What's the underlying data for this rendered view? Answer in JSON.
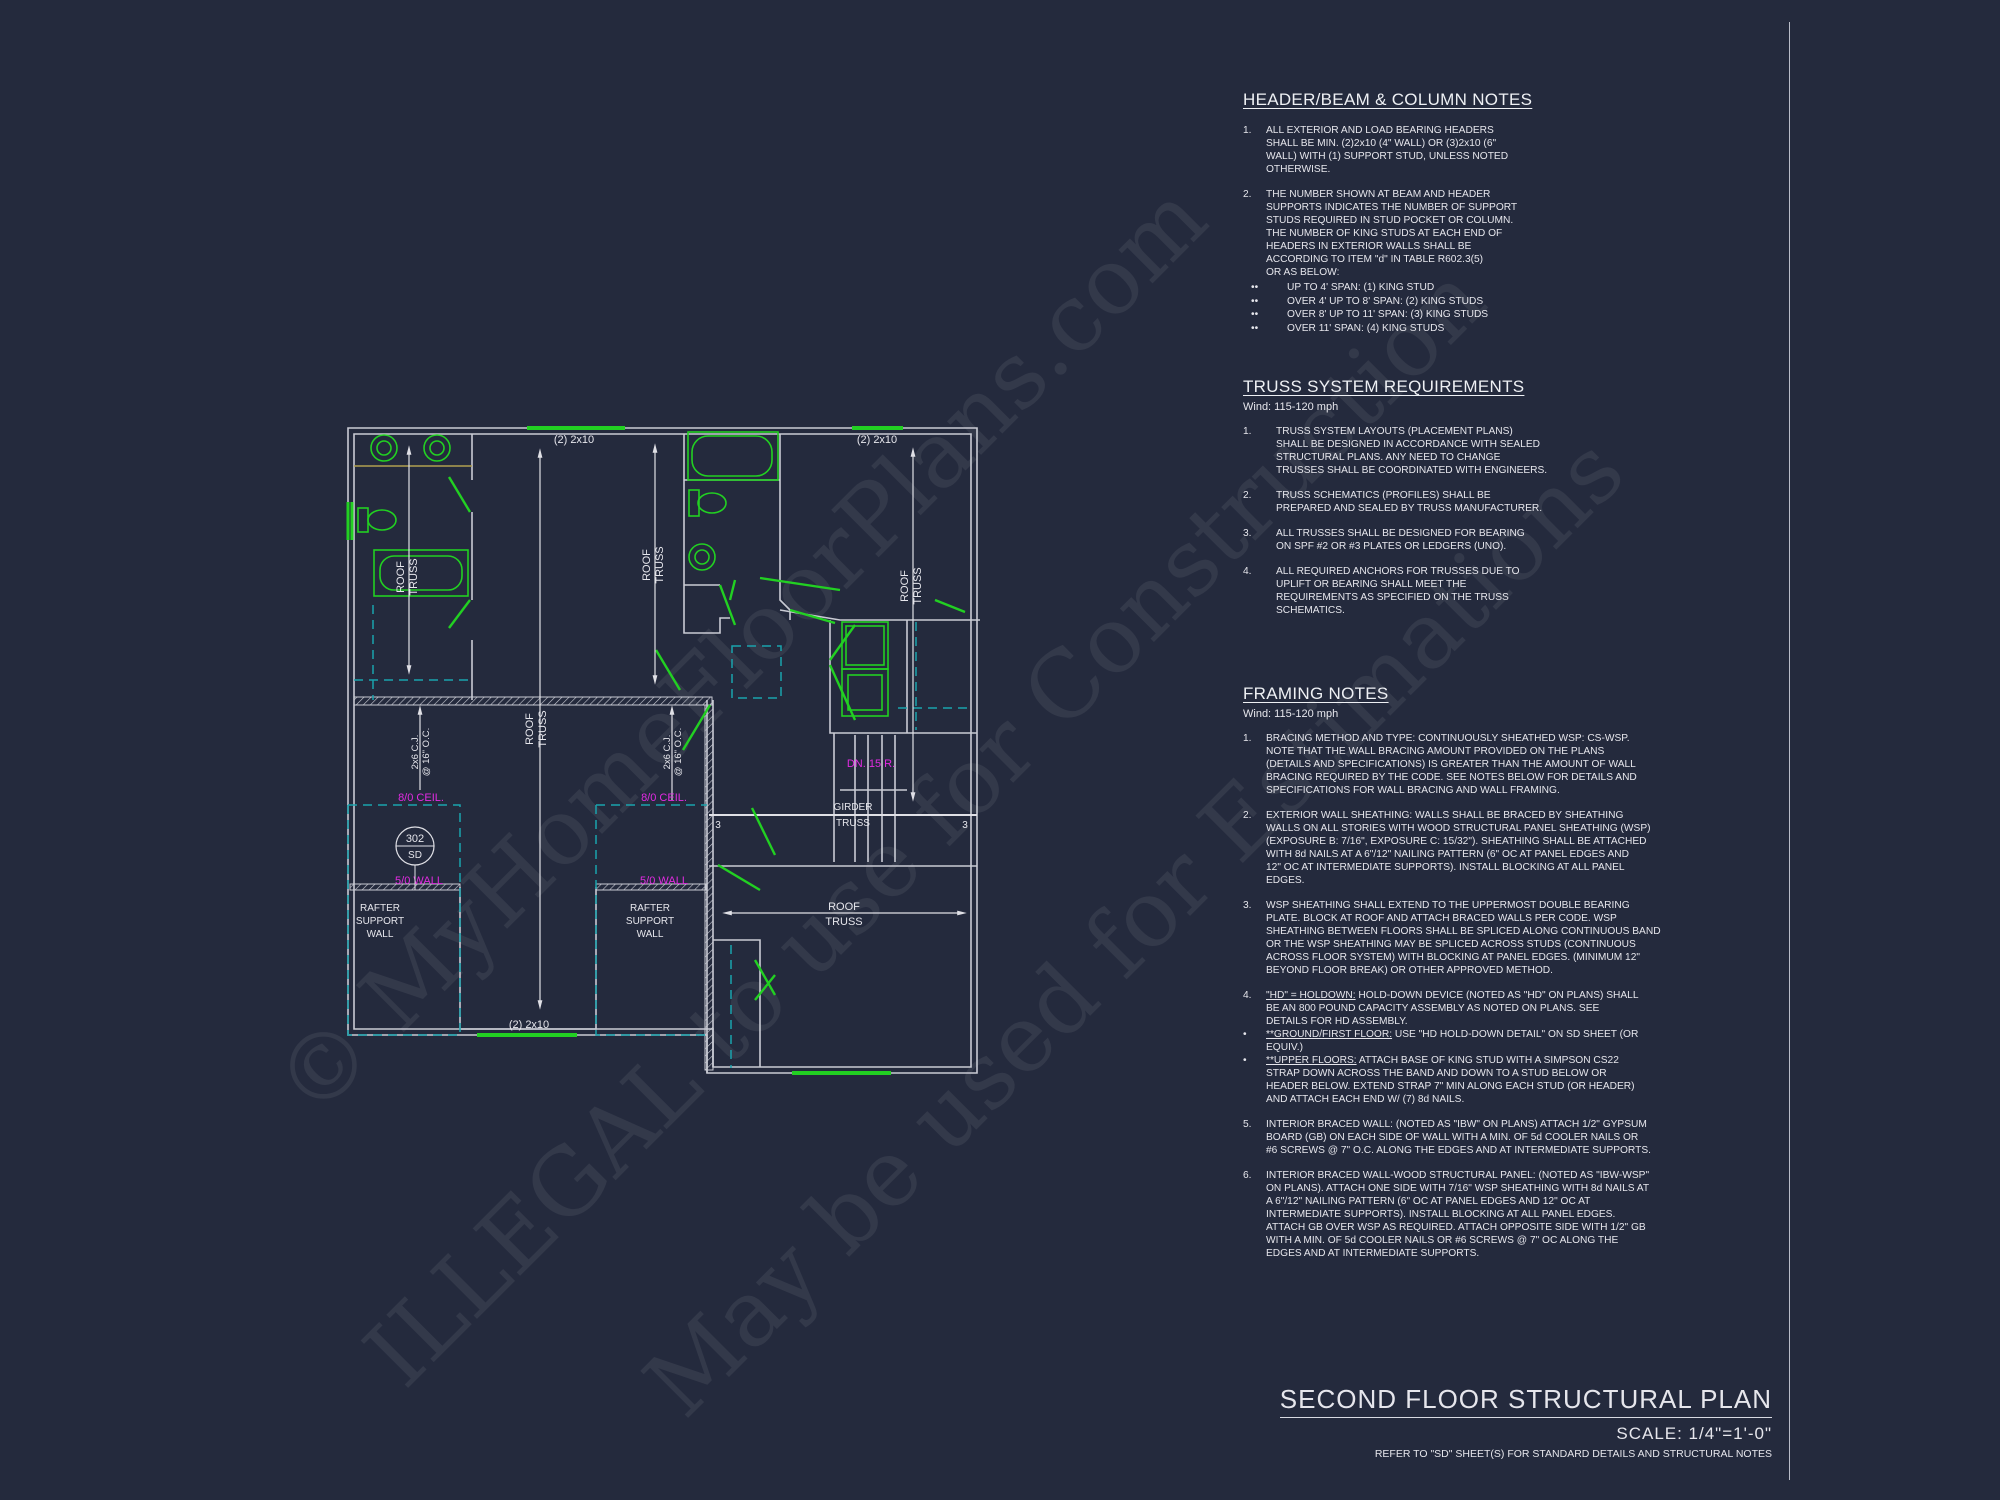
{
  "colors": {
    "background": "#242a3d",
    "walls": "#c9cbd4",
    "fixtures": "#22d022",
    "dashed": "#1aa3ad",
    "magenta": "#e22ae2",
    "text": "#e6e6ec"
  },
  "watermark": [
    "© MyHomeFloorPlans.com",
    "ILLEGAL to use for Construction",
    "May be used for Estimations"
  ],
  "header_notes": {
    "title": "HEADER/BEAM & COLUMN NOTES",
    "items": [
      {
        "num": "1.",
        "lines": [
          "ALL EXTERIOR AND LOAD BEARING HEADERS",
          "SHALL BE MIN. (2)2x10 (4\" WALL) OR (3)2x10 (6\"",
          "WALL) WITH (1) SUPPORT STUD, UNLESS NOTED",
          "OTHERWISE."
        ]
      },
      {
        "num": "2.",
        "lines": [
          "THE NUMBER SHOWN AT BEAM AND HEADER",
          "SUPPORTS INDICATES THE NUMBER OF SUPPORT",
          "STUDS REQUIRED IN STUD POCKET OR COLUMN.",
          "THE NUMBER OF KING STUDS AT EACH END OF",
          "HEADERS IN EXTERIOR WALLS SHALL BE",
          "ACCORDING TO ITEM \"d\" IN TABLE R602.3(5)",
          "OR AS BELOW:"
        ]
      }
    ],
    "bullets": [
      "UP TO 4' SPAN: (1) KING STUD",
      "OVER 4' UP TO 8' SPAN: (2) KING STUDS",
      "OVER 8' UP TO 11' SPAN: (3) KING STUDS",
      "OVER 11' SPAN: (4) KING STUDS"
    ]
  },
  "truss_notes": {
    "title": "TRUSS SYSTEM REQUIREMENTS",
    "wind": "Wind: 115-120 mph",
    "items": [
      {
        "num": "1.",
        "lines": [
          "TRUSS SYSTEM LAYOUTS (PLACEMENT PLANS)",
          "SHALL BE DESIGNED IN ACCORDANCE WITH SEALED",
          "STRUCTURAL PLANS. ANY NEED TO  CHANGE",
          "TRUSSES SHALL BE COORDINATED  WITH  ENGINEERS."
        ]
      },
      {
        "num": "2.",
        "lines": [
          "TRUSS SCHEMATICS (PROFILES) SHALL BE",
          "PREPARED AND SEALED BY TRUSS  MANUFACTURER."
        ]
      },
      {
        "num": "3.",
        "lines": [
          "ALL TRUSSES SHALL BE DESIGNED FOR  BEARING",
          "ON SPF #2 OR #3 PLATES OR LEDGERS  (UNO)."
        ]
      },
      {
        "num": "4.",
        "lines": [
          "ALL REQUIRED ANCHORS FOR TRUSSES DUE  TO",
          "UPLIFT OR BEARING SHALL MEET THE",
          "REQUIREMENTS AS SPECIFIED ON THE TRUSS",
          "SCHEMATICS."
        ]
      }
    ]
  },
  "framing_notes": {
    "title": "FRAMING NOTES",
    "wind": "Wind: 115-120 mph",
    "items": [
      {
        "num": "1.",
        "lines": [
          "BRACING METHOD AND TYPE: CONTINUOUSLY SHEATHED WSP: CS-WSP.",
          "NOTE THAT THE WALL BRACING AMOUNT PROVIDED ON THE PLANS",
          "(DETAILS AND SPECIFICATIONS) IS GREATER THAN THE AMOUNT OF WALL",
          "BRACING REQUIRED BY THE CODE. SEE NOTES BELOW FOR DETAILS AND",
          "SPECIFICATIONS FOR WALL BRACING AND WALL FRAMING."
        ]
      },
      {
        "num": "2.",
        "lines": [
          "EXTERIOR WALL SHEATHING: WALLS SHALL BE BRACED BY SHEATHING",
          "WALLS ON ALL STORIES WITH WOOD STRUCTURAL PANEL SHEATHING (WSP)",
          "(EXPOSURE B: 7/16\", EXPOSURE C: 15/32\"). SHEATHING SHALL BE ATTACHED",
          "WITH 8d NAILS AT A 6\"/12\" NAILING PATTERN (6\" OC AT PANEL EDGES AND",
          "12\" OC AT INTERMEDIATE SUPPORTS). INSTALL BLOCKING AT ALL PANEL",
          "EDGES."
        ]
      },
      {
        "num": "3.",
        "lines": [
          "WSP SHEATHING SHALL EXTEND TO THE UPPERMOST DOUBLE BEARING",
          "PLATE. BLOCK AT ROOF AND ATTACH BRACED WALLS PER CODE. WSP",
          "SHEATHING BETWEEN FLOORS SHALL BE SPLICED ALONG CONTINUOUS BAND",
          "OR THE WSP SHEATHING MAY BE SPLICED ACROSS STUDS (CONTINUOUS",
          "ACROSS FLOOR SYSTEM) WITH BLOCKING AT PANEL EDGES. (MINIMUM 12\"",
          "BEYOND FLOOR BREAK) OR OTHER APPROVED METHOD."
        ]
      }
    ],
    "item4": {
      "num": "4.",
      "lead": "\"HD\" = HOLDOWN:",
      "lines": [
        " HOLD-DOWN DEVICE (NOTED AS \"HD\" ON PLANS) SHALL",
        "BE AN 800 POUND CAPACITY ASSEMBLY AS NOTED ON PLANS. SEE",
        "DETAILS FOR HD ASSEMBLY."
      ]
    },
    "bullets": [
      {
        "lead": "**GROUND/FIRST FLOOR:",
        "lines": [
          "  USE \"HD HOLD-DOWN DETAIL\" ON SD SHEET (OR",
          "EQUIV.)"
        ]
      },
      {
        "lead": "**UPPER FLOORS:",
        "lines": [
          " ATTACH BASE OF KING STUD WITH A SIMPSON CS22",
          "STRAP DOWN ACROSS THE BAND AND DOWN TO A STUD BELOW OR",
          "HEADER BELOW.  EXTEND STRAP 7\" MIN ALONG EACH STUD (OR HEADER)",
          "AND ATTACH EACH END W/ (7) 8d NAILS."
        ]
      }
    ],
    "items_after": [
      {
        "num": "5.",
        "lines": [
          "INTERIOR BRACED WALL: (NOTED AS \"IBW\" ON PLANS) ATTACH 1/2\" GYPSUM",
          "BOARD (GB) ON EACH SIDE OF WALL WITH A MIN. OF 5d COOLER NAILS OR",
          "#6 SCREWS @ 7\" O.C. ALONG THE EDGES AND AT INTERMEDIATE SUPPORTS."
        ]
      },
      {
        "num": "6.",
        "lines": [
          "INTERIOR BRACED WALL-WOOD STRUCTURAL PANEL: (NOTED AS \"IBW-WSP\"",
          "ON PLANS). ATTACH ONE SIDE WITH 7/16\" WSP SHEATHING WITH 8d NAILS AT",
          "A 6\"/12\" NAILING PATTERN (6\" OC AT PANEL EDGES AND 12\" OC AT",
          "INTERMEDIATE SUPPORTS). INSTALL BLOCKING AT ALL PANEL EDGES.",
          "ATTACH GB OVER WSP AS REQUIRED. ATTACH OPPOSITE SIDE WITH 1/2\" GB",
          "WITH A MIN. OF 5d COOLER NAILS OR #6 SCREWS @ 7\" OC ALONG THE",
          "EDGES AND AT INTERMEDIATE SUPPORTS."
        ]
      }
    ]
  },
  "title_block": {
    "title": "SECOND FLOOR STRUCTURAL PLAN",
    "scale": "SCALE: 1/4\"=1'-0\"",
    "refer": "REFER TO \"SD\" SHEET(S) FOR STANDARD DETAILS AND STRUCTURAL NOTES"
  },
  "plan": {
    "header_label": "(2) 2x10",
    "roof_truss": [
      "ROOF",
      "TRUSS"
    ],
    "ceiling_joist": [
      "2x6 C.J.",
      "@ 16\" O.C."
    ],
    "ceiling": "8/0 CEIL.",
    "wall": "5/0 WALL",
    "detail_tag": [
      "302",
      "SD"
    ],
    "rafter_wall": [
      "RAFTER",
      "SUPPORT",
      "WALL"
    ],
    "stair": "DN. 15 R.",
    "girder": [
      "GIRDER",
      "TRUSS"
    ],
    "girder_studs": "3"
  }
}
